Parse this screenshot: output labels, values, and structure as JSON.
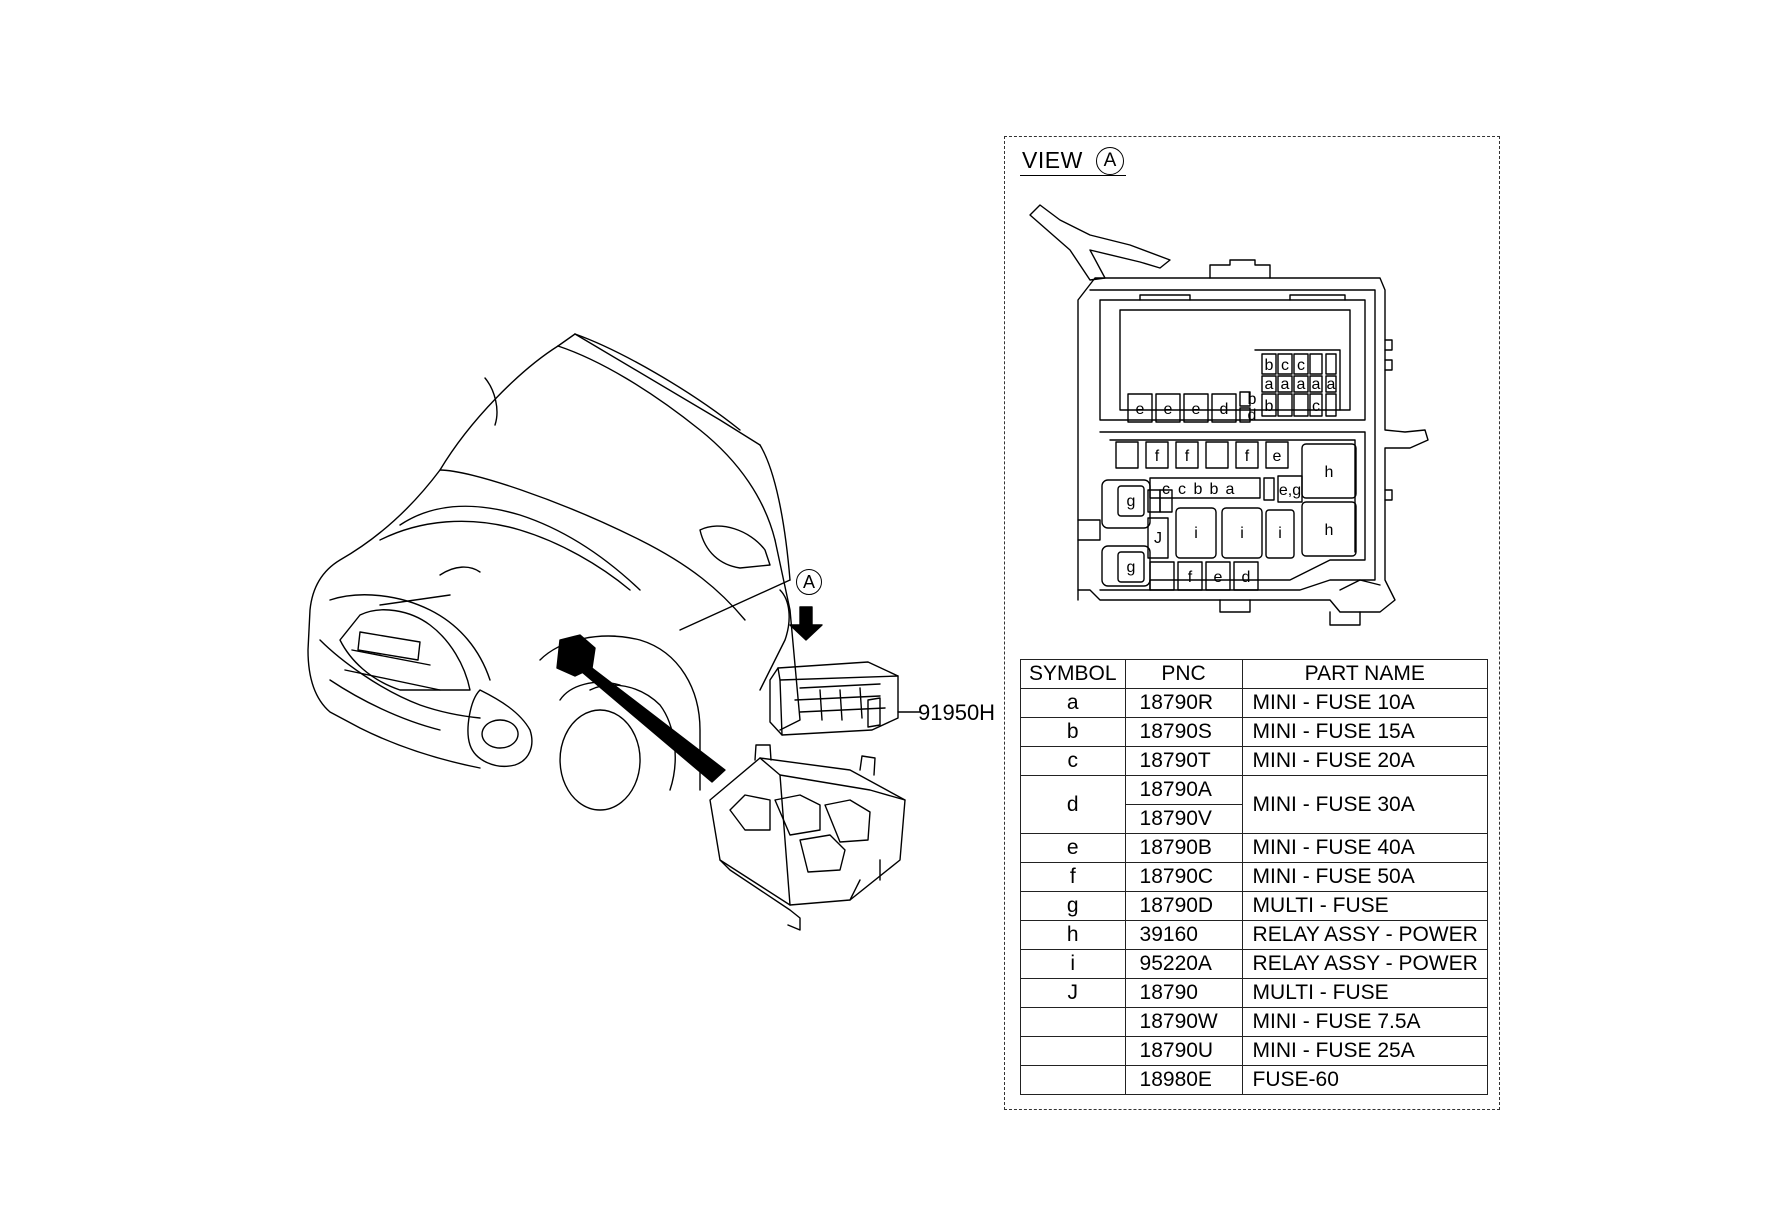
{
  "view": {
    "title": "VIEW",
    "mark": "A"
  },
  "callout": {
    "mark": "A",
    "part_number": "91950H"
  },
  "fuse_labels": {
    "row1": [
      "e",
      "e",
      "e",
      "d"
    ],
    "bd": [
      "b",
      "d"
    ],
    "top_right": [
      [
        "b",
        "a",
        "b"
      ],
      [
        "c",
        "a",
        ""
      ],
      [
        "c",
        "a",
        ""
      ],
      [
        "",
        "a",
        ""
      ],
      [
        "",
        "a",
        "c"
      ]
    ],
    "row2": [
      "f",
      "f",
      "f",
      "e"
    ],
    "row3": [
      "c",
      "c",
      "b",
      "b",
      "a"
    ],
    "eg": "e,g",
    "h": [
      "h",
      "h"
    ],
    "g": [
      "g",
      "g"
    ],
    "j": "J",
    "i": [
      "i",
      "i",
      "i"
    ],
    "bottom": [
      "f",
      "e",
      "d"
    ]
  },
  "table": {
    "headers": [
      "SYMBOL",
      "PNC",
      "PART NAME"
    ],
    "rows": [
      {
        "symbol": "a",
        "pnc": "18790R",
        "name": "MINI - FUSE 10A"
      },
      {
        "symbol": "b",
        "pnc": "18790S",
        "name": "MINI - FUSE 15A"
      },
      {
        "symbol": "c",
        "pnc": "18790T",
        "name": "MINI - FUSE 20A"
      },
      {
        "symbol": "d",
        "pnc": "18790A",
        "pnc2": "18790V",
        "name": "MINI - FUSE 30A"
      },
      {
        "symbol": "e",
        "pnc": "18790B",
        "name": "MINI - FUSE 40A"
      },
      {
        "symbol": "f",
        "pnc": "18790C",
        "name": "MINI - FUSE 50A"
      },
      {
        "symbol": "g",
        "pnc": "18790D",
        "name": "MULTI - FUSE"
      },
      {
        "symbol": "h",
        "pnc": "39160",
        "name": "RELAY ASSY - POWER"
      },
      {
        "symbol": "i",
        "pnc": "95220A",
        "name": "RELAY ASSY - POWER"
      },
      {
        "symbol": "J",
        "pnc": "18790",
        "name": "MULTI - FUSE"
      },
      {
        "symbol": "",
        "pnc": "18790W",
        "name": "MINI - FUSE 7.5A"
      },
      {
        "symbol": "",
        "pnc": "18790U",
        "name": "MINI - FUSE 25A"
      },
      {
        "symbol": "",
        "pnc": "18980E",
        "name": "FUSE-60"
      }
    ]
  }
}
